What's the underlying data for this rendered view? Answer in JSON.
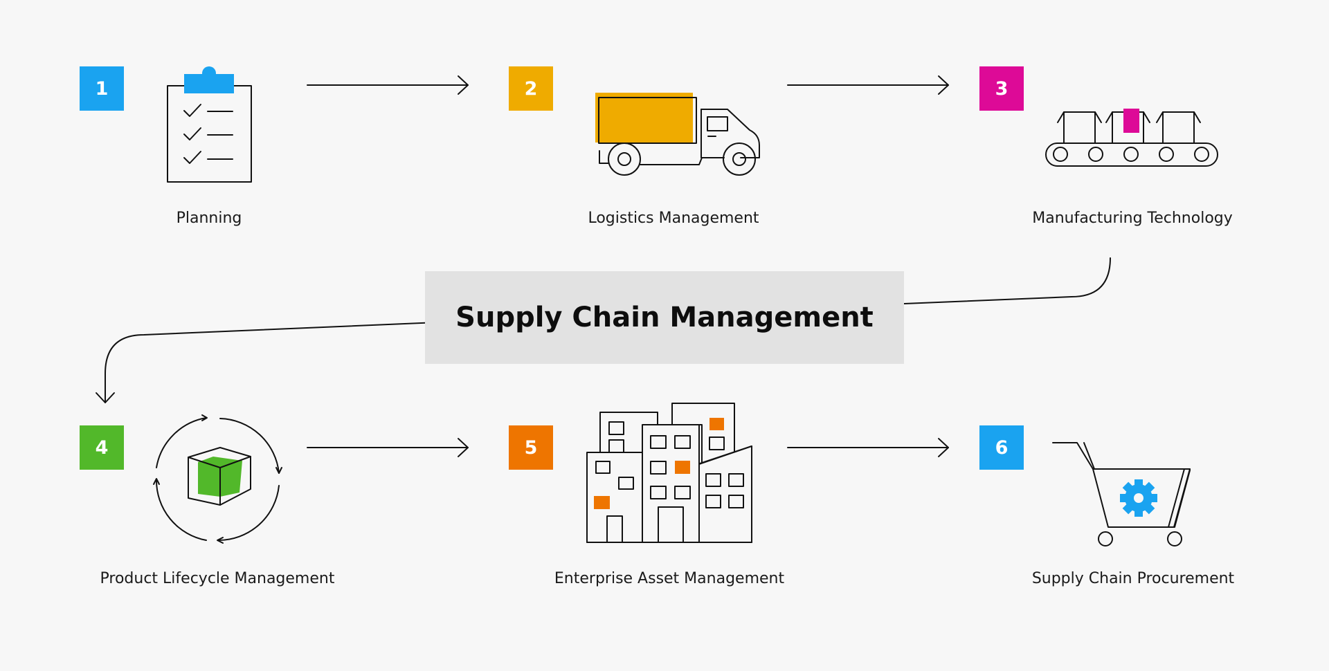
{
  "title": "Supply Chain Management",
  "steps": [
    {
      "number": "1",
      "label": "Planning",
      "color": "#1aa3f0",
      "icon": "clipboard-checklist-icon"
    },
    {
      "number": "2",
      "label": "Logistics Management",
      "color": "#efab00",
      "icon": "delivery-truck-icon"
    },
    {
      "number": "3",
      "label": "Manufacturing Technology",
      "color": "#dd0a97",
      "icon": "conveyor-belt-icon"
    },
    {
      "number": "4",
      "label": "Product Lifecycle Management",
      "color": "#52b82a",
      "icon": "product-cycle-icon"
    },
    {
      "number": "5",
      "label": "Enterprise Asset Management",
      "color": "#ee7500",
      "icon": "office-buildings-icon"
    },
    {
      "number": "6",
      "label": "Supply Chain Procurement",
      "color": "#1aa3f0",
      "icon": "shopping-cart-gear-icon"
    }
  ]
}
